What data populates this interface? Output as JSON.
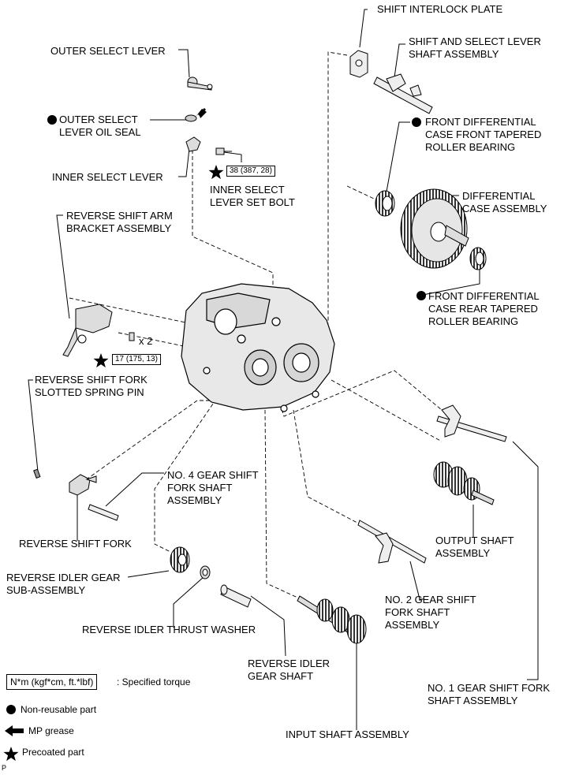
{
  "labels": {
    "shift_interlock_plate": "SHIFT INTERLOCK PLATE",
    "shift_select_lever_1": "SHIFT AND SELECT LEVER",
    "shift_select_lever_2": "SHAFT ASSEMBLY",
    "outer_select_lever": "OUTER SELECT LEVER",
    "outer_oil_seal_1": "OUTER SELECT",
    "outer_oil_seal_2": "LEVER OIL SEAL",
    "front_diff_front_1": "FRONT DIFFERENTIAL",
    "front_diff_front_2": "CASE FRONT TAPERED",
    "front_diff_front_3": "ROLLER BEARING",
    "inner_select_lever": "INNER SELECT LEVER",
    "torque_38": "38 (387, 28)",
    "inner_bolt_1": "INNER SELECT",
    "inner_bolt_2": "LEVER SET BOLT",
    "diff_case_1": "DIFFERENTIAL",
    "diff_case_2": "CASE ASSEMBLY",
    "rev_bracket_1": "REVERSE SHIFT ARM",
    "rev_bracket_2": "BRACKET ASSEMBLY",
    "front_diff_rear_1": "FRONT DIFFERENTIAL",
    "front_diff_rear_2": "CASE REAR TAPERED",
    "front_diff_rear_3": "ROLLER BEARING",
    "x2": "x 2",
    "torque_17": "17 (175, 13)",
    "rev_pin_1": "REVERSE SHIFT FORK",
    "rev_pin_2": "SLOTTED SPRING PIN",
    "no4_1": "NO. 4 GEAR SHIFT",
    "no4_2": "FORK SHAFT",
    "no4_3": "ASSEMBLY",
    "rev_fork": "REVERSE SHIFT FORK",
    "output_1": "OUTPUT SHAFT",
    "output_2": "ASSEMBLY",
    "idler_gear_1": "REVERSE IDLER GEAR",
    "idler_gear_2": "SUB-ASSEMBLY",
    "no2_1": "NO. 2 GEAR SHIFT",
    "no2_2": "FORK SHAFT",
    "no2_3": "ASSEMBLY",
    "thrust_washer": "REVERSE IDLER THRUST WASHER",
    "idler_shaft_1": "REVERSE IDLER",
    "idler_shaft_2": "GEAR SHAFT",
    "no1_1": "NO. 1 GEAR SHIFT FORK",
    "no1_2": "SHAFT ASSEMBLY",
    "input_shaft": "INPUT SHAFT ASSEMBLY"
  },
  "legend": {
    "torque_box": "N*m (kgf*cm, ft.*lbf)",
    "torque_desc": ": Specified torque",
    "non_reusable": "Non-reusable part",
    "mp_grease": "MP grease",
    "precoated": "Precoated part"
  },
  "corner_mark": "P"
}
